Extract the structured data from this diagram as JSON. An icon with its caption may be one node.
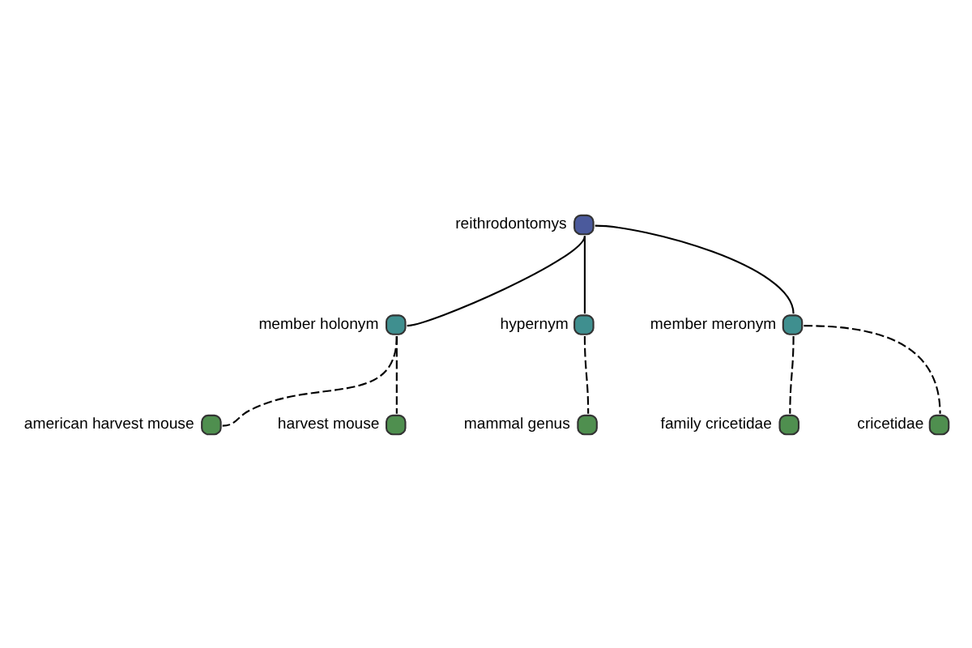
{
  "diagram": {
    "nodes": [
      {
        "text": [
          "american harvest mouse"
        ]
      },
      {
        "text": [
          "mammal genus"
        ]
      },
      {
        "text": [
          "harvest mouse"
        ]
      },
      {
        "text": [
          "member holonym"
        ]
      },
      {
        "text": [
          "hypernym"
        ]
      },
      {
        "text": [
          "reithrodontomys"
        ]
      },
      {
        "text": [
          "member meronym"
        ]
      },
      {
        "text": [
          "family cricetidae"
        ]
      },
      {
        "text": [
          "cricetidae"
        ]
      }
    ],
    "edges": [
      {
        "from": 5,
        "to": 3,
        "arrow": "none"
      },
      {
        "from": 5,
        "to": 4,
        "arrow": "none"
      },
      {
        "from": 5,
        "to": 6,
        "arrow": "none"
      },
      {
        "from": 3,
        "to": 2,
        "arrow": "none",
        "style": "dashed"
      },
      {
        "from": 3,
        "to": 0,
        "arrow": "none",
        "style": "dashed"
      },
      {
        "from": 4,
        "to": 1,
        "arrow": "none",
        "style": "dashed"
      },
      {
        "from": 6,
        "to": 7,
        "arrow": "none",
        "style": "dashed"
      },
      {
        "from": 6,
        "to": 8,
        "arrow": "none",
        "style": "dashed"
      }
    ]
  }
}
